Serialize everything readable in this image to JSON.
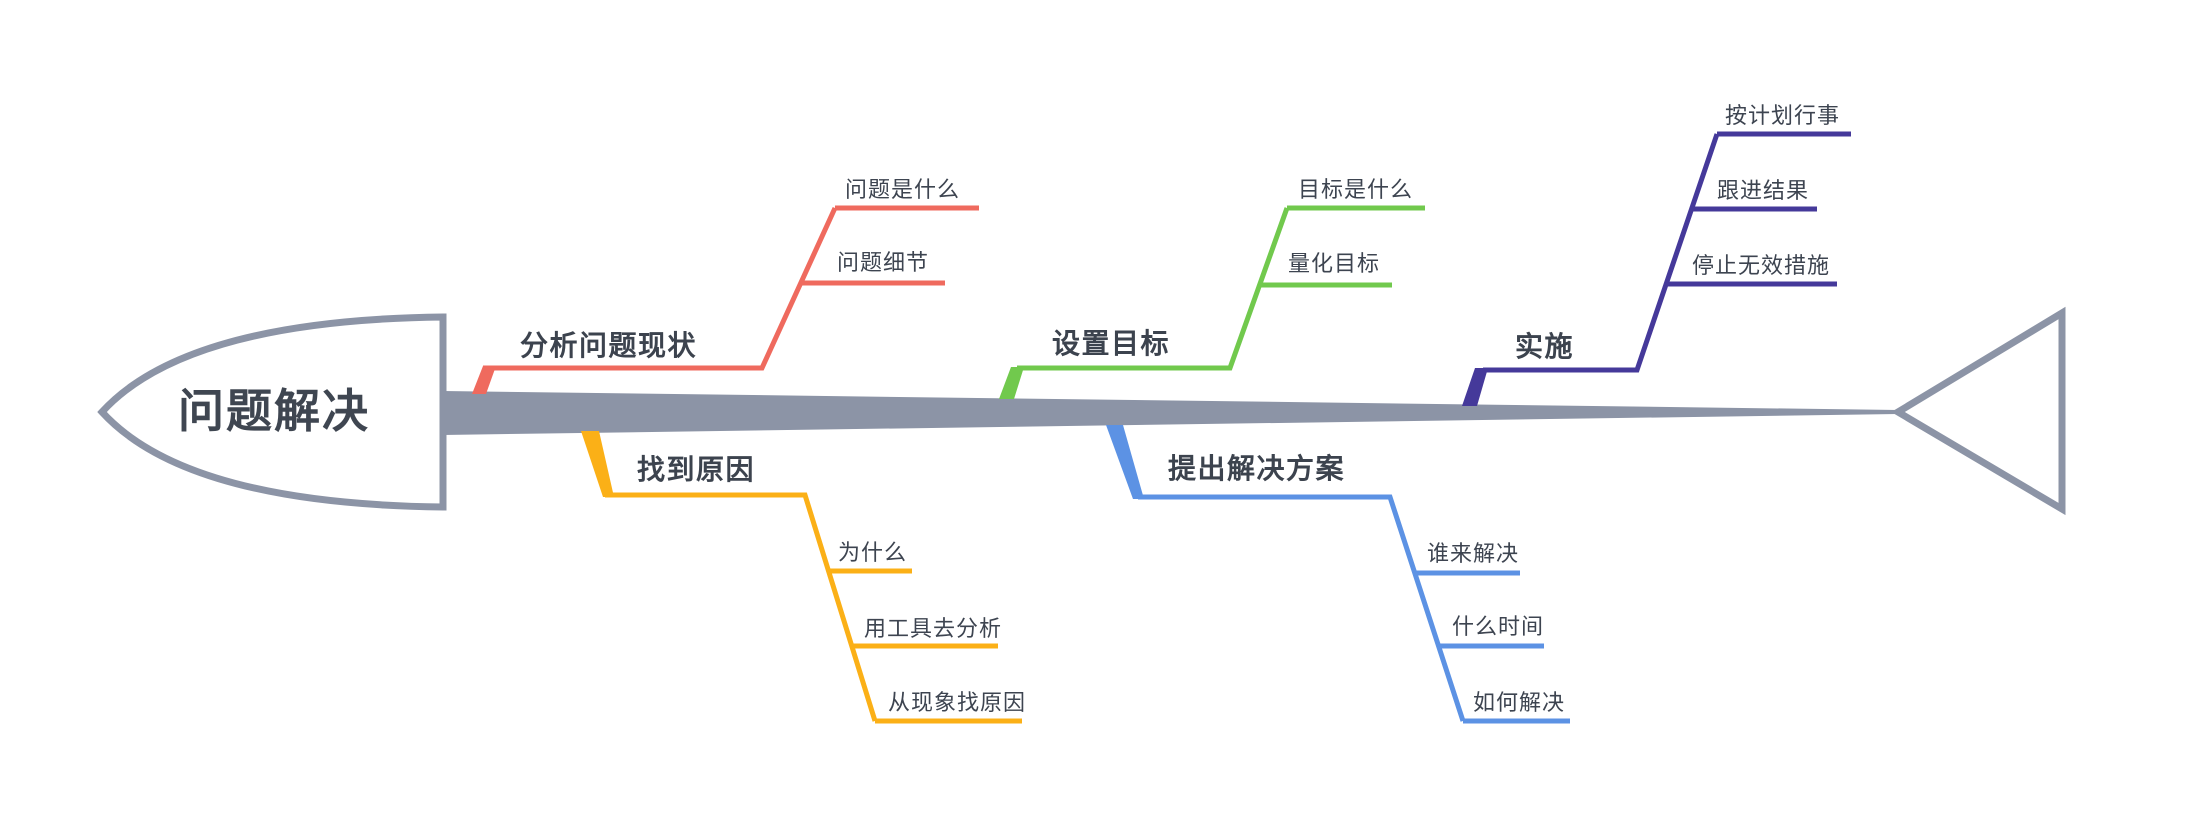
{
  "diagram": {
    "type": "fishbone",
    "background": "#ffffff"
  },
  "palette": {
    "frame": "#8c94a6",
    "title_text": "#3f4651",
    "label_text": "#3d4450"
  },
  "head": {
    "title": "问题解决"
  },
  "branches": [
    {
      "label": "分析问题现状",
      "color": "#ef6a5e",
      "side": "top",
      "children": [
        {
          "label": "问题是什么"
        },
        {
          "label": "问题细节"
        }
      ]
    },
    {
      "label": "设置目标",
      "color": "#71c94d",
      "side": "top",
      "children": [
        {
          "label": "目标是什么"
        },
        {
          "label": "量化目标"
        }
      ]
    },
    {
      "label": "实施",
      "color": "#45399a",
      "side": "top",
      "children": [
        {
          "label": "按计划行事"
        },
        {
          "label": "跟进结果"
        },
        {
          "label": "停止无效措施"
        }
      ]
    },
    {
      "label": "找到原因",
      "color": "#fbb017",
      "side": "bottom",
      "children": [
        {
          "label": "为什么"
        },
        {
          "label": "用工具去分析"
        },
        {
          "label": "从现象找原因"
        }
      ]
    },
    {
      "label": "提出解决方案",
      "color": "#5c92e4",
      "side": "bottom",
      "children": [
        {
          "label": "谁来解决"
        },
        {
          "label": "什么时间"
        },
        {
          "label": "如何解决"
        }
      ]
    }
  ]
}
